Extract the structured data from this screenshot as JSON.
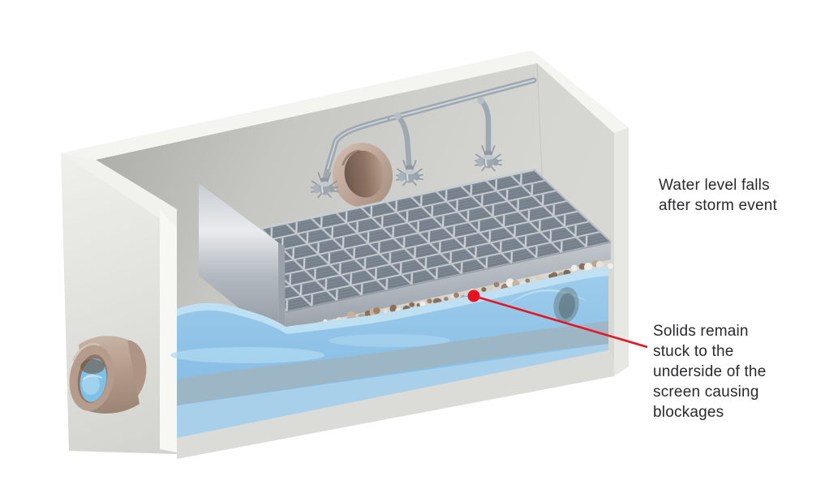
{
  "scene": {
    "title": "Stormwater screening chamber cutaway illustration",
    "parts": [
      "chamber",
      "inlet-opening",
      "outlet-pipe",
      "screen-grid",
      "baffle-plate",
      "spray-manifold",
      "spray-nozzles",
      "water",
      "trapped-solids",
      "annotation-leader"
    ]
  },
  "annotations": {
    "water_level": "Water level falls\nafter storm event",
    "solids": "Solids remain\nstuck to the\nunderside of the\nscreen causing\nblockages"
  },
  "colors": {
    "ink": "#2A292D",
    "red": "#E8131E",
    "water": "#8CC5E8",
    "water_deep": "#7FB9E2",
    "water_light": "#C6E4F5",
    "concrete": "#D3D3CF",
    "concrete_shadow": "#AFAFAB",
    "rim": "#F4F4F0",
    "steel": "#9FA8B1",
    "steel_light": "#D5DADF",
    "screen_dark": "#7C8690",
    "screen_light": "#C6CBD1",
    "pipe_tan": "#B59D8D",
    "pipe_tan_dark": "#8F7566",
    "sediment": "#9EB5C3",
    "pebbles": [
      "#C7B29D",
      "#9C8268",
      "#E9E2D8",
      "#8A7058",
      "#B9A68E",
      "#D9CFC0",
      "#7D6A58",
      "#F2EEE6"
    ]
  }
}
